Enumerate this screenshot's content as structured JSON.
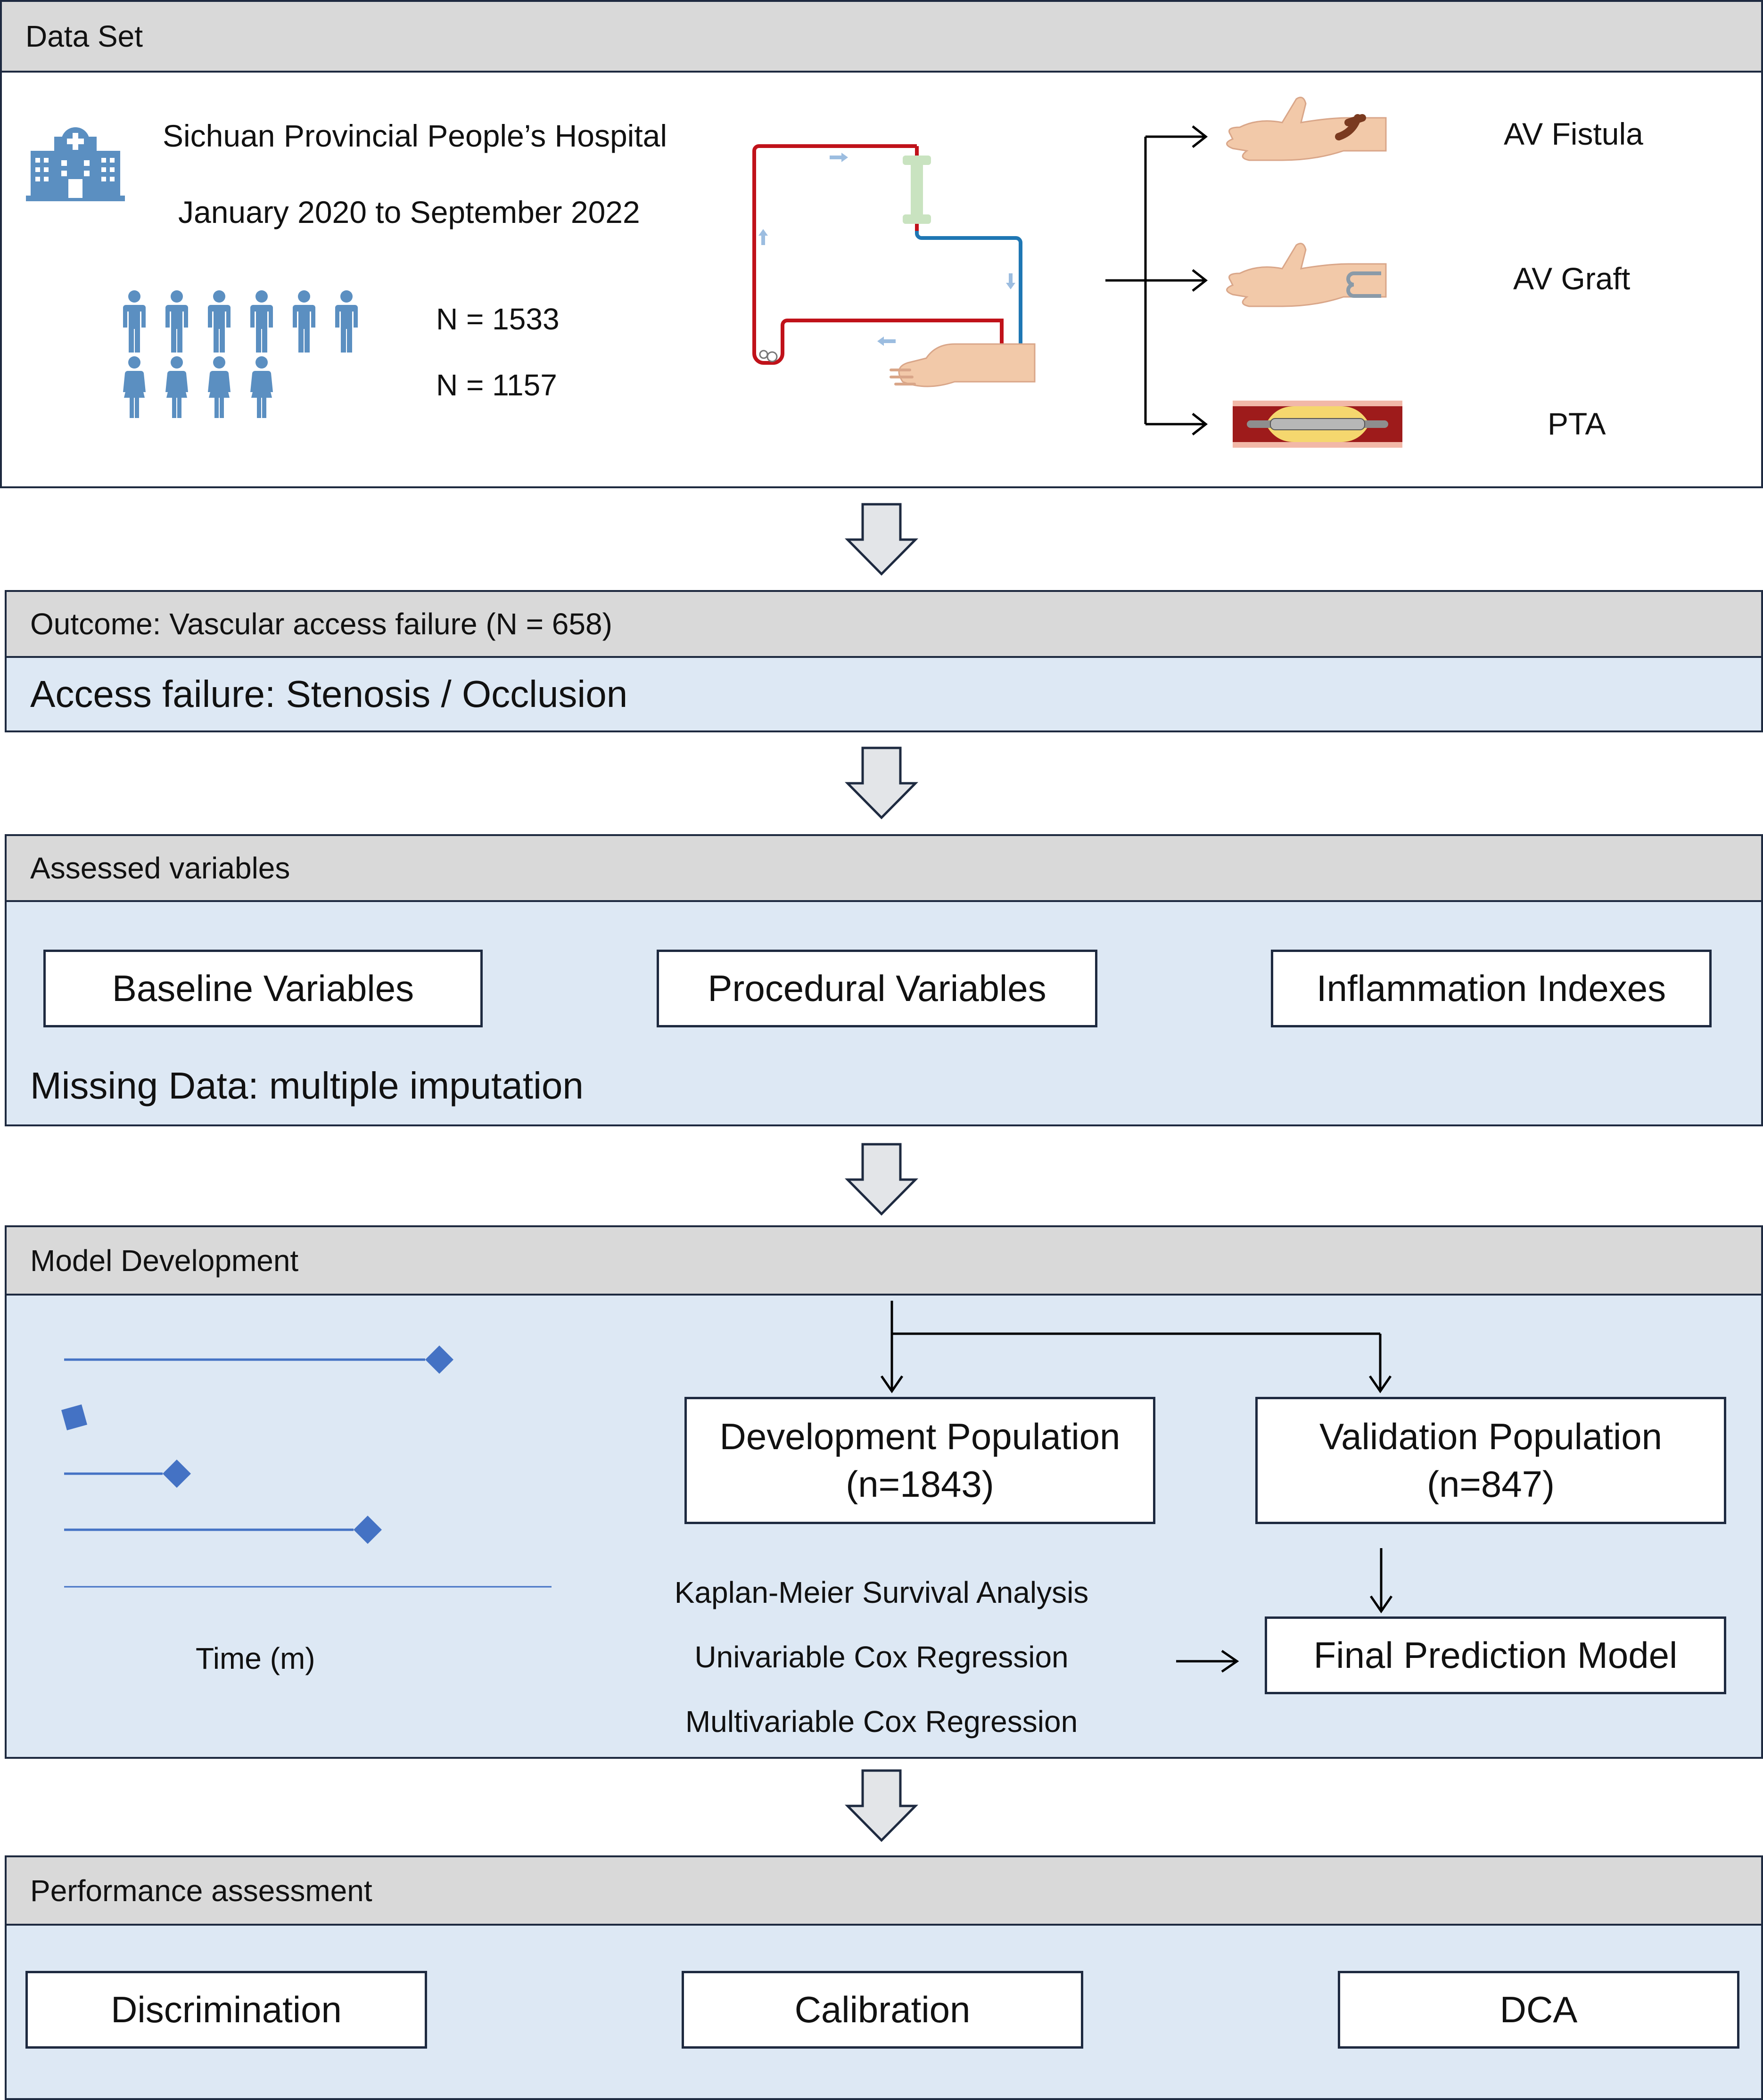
{
  "data_set": {
    "header": "Data Set",
    "hospital": "Sichuan Provincial People’s Hospital",
    "period": "January 2020 to September 2022",
    "n_male": "N = 1533",
    "n_female": "N = 1157",
    "access_types": [
      "AV Fistula",
      "AV Graft",
      "PTA"
    ]
  },
  "outcome": {
    "header": "Outcome: Vascular access failure (N = 658)",
    "body": "Access failure: Stenosis / Occlusion"
  },
  "assessed": {
    "header": "Assessed variables",
    "boxes": [
      "Baseline Variables",
      "Procedural Variables",
      "Inflammation Indexes"
    ],
    "missing": "Missing Data: multiple imputation"
  },
  "model": {
    "header": "Model Development",
    "time_label": "Time (m)",
    "development": {
      "line1": "Development Population",
      "line2": "(n=1843)"
    },
    "validation": {
      "line1": "Validation Population",
      "line2": "(n=847)"
    },
    "methods": [
      "Kaplan-Meier Survival Analysis",
      "Univariable Cox Regression",
      "Multivariable Cox Regression"
    ],
    "final": "Final Prediction Model"
  },
  "performance": {
    "header": "Performance assessment",
    "boxes": [
      "Discrimination",
      "Calibration",
      "DCA"
    ]
  },
  "colors": {
    "border": "#1e2a40",
    "header_gray": "#d9d9d9",
    "panel_blue": "#dde8f4",
    "icon_blue": "#5b8fc1",
    "timeline_blue": "#4472c4",
    "artery_red": "#c0121a",
    "vein_blue": "#1f77b4"
  }
}
